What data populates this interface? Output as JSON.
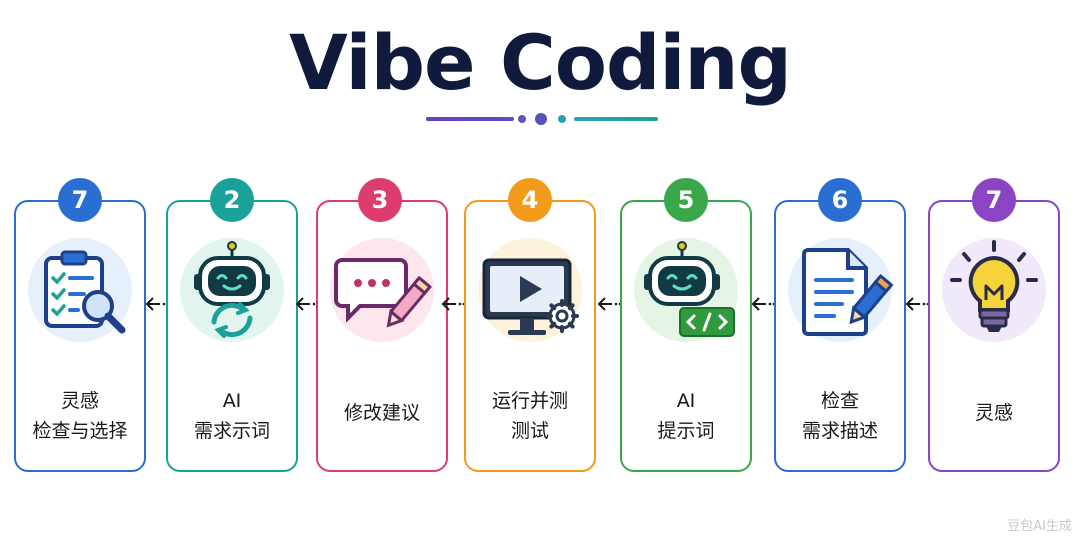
{
  "title": "Vibe Coding",
  "colors": {
    "title": "#101a3c",
    "blue": "#2a6ed4",
    "teal": "#1aa29a",
    "pink": "#dc3d6e",
    "orange": "#f29a1a",
    "green": "#3aa84a",
    "purple": "#8a44c4"
  },
  "steps": [
    {
      "number": "7",
      "lines": [
        "灵感",
        "检查与选择"
      ],
      "icon": "clipboard-checklist-magnifier-icon",
      "color": "#2a6ed4"
    },
    {
      "number": "2",
      "lines": [
        "AI",
        "需求示词"
      ],
      "icon": "robot-refresh-icon",
      "color": "#1aa29a"
    },
    {
      "number": "3",
      "lines": [
        "修改建议"
      ],
      "icon": "chat-bubble-pencil-icon",
      "color": "#dc3d6e"
    },
    {
      "number": "4",
      "lines": [
        "运行并测",
        "测试"
      ],
      "icon": "monitor-play-gear-icon",
      "color": "#f29a1a"
    },
    {
      "number": "5",
      "lines": [
        "AI",
        "提示词"
      ],
      "icon": "robot-code-icon",
      "color": "#3aa84a"
    },
    {
      "number": "6",
      "lines": [
        "检查",
        "需求描述"
      ],
      "icon": "document-pencil-icon",
      "color": "#2a6ed4"
    },
    {
      "number": "7",
      "lines": [
        "灵感"
      ],
      "icon": "lightbulb-icon",
      "color": "#8a44c4"
    }
  ],
  "watermark": "豆包AI生成"
}
